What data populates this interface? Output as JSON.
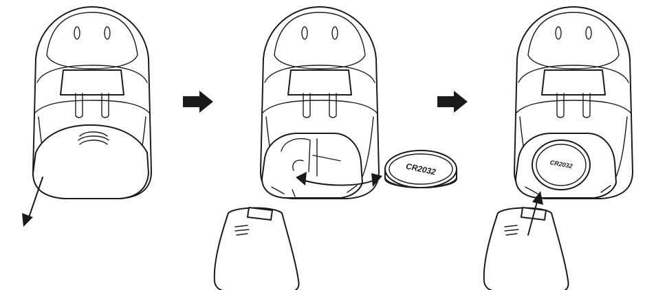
{
  "battery": {
    "label_loose": "CR2032",
    "label_installed": "CR2032"
  },
  "steps": [
    {
      "name": "open-cover"
    },
    {
      "name": "remove-old-battery"
    },
    {
      "name": "insert-new-battery"
    }
  ],
  "colors": {
    "line": "#1a1a1a",
    "background": "#ffffff"
  },
  "icons": [
    "arrow-right-icon",
    "arrow-down-icon",
    "curved-swap-arrow-icon",
    "arrow-up-icon"
  ]
}
